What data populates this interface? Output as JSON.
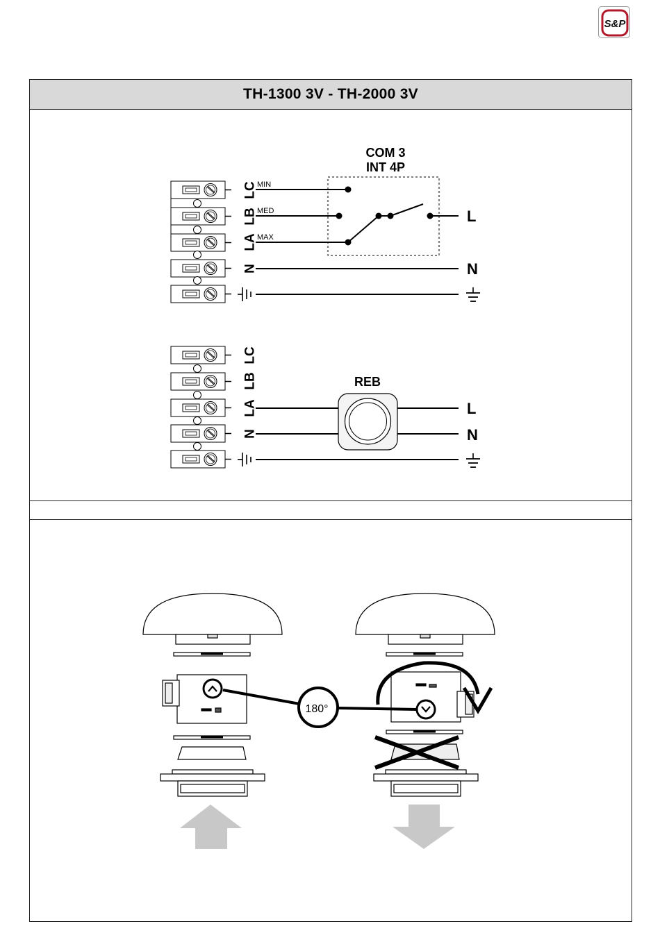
{
  "header": {
    "logo_text": "S&P",
    "title": "TH-1300 3V - TH-2000 3V"
  },
  "diagram_com3": {
    "controller_line1": "COM 3",
    "controller_line2": "INT 4P",
    "terminals": [
      "LC",
      "LB",
      "LA",
      "N"
    ],
    "wire_labels": [
      "MIN",
      "MED",
      "MAX"
    ],
    "supply_labels": [
      "L",
      "N"
    ]
  },
  "diagram_reb": {
    "controller_label": "REB",
    "terminals": [
      "LC",
      "LB",
      "LA",
      "N"
    ],
    "supply_labels": [
      "L",
      "N"
    ]
  },
  "mounting": {
    "rotation_label": "180°"
  },
  "colors": {
    "title_bar": "#d9d9d9",
    "arrow": "#c8c8c8",
    "line": "#000000"
  }
}
